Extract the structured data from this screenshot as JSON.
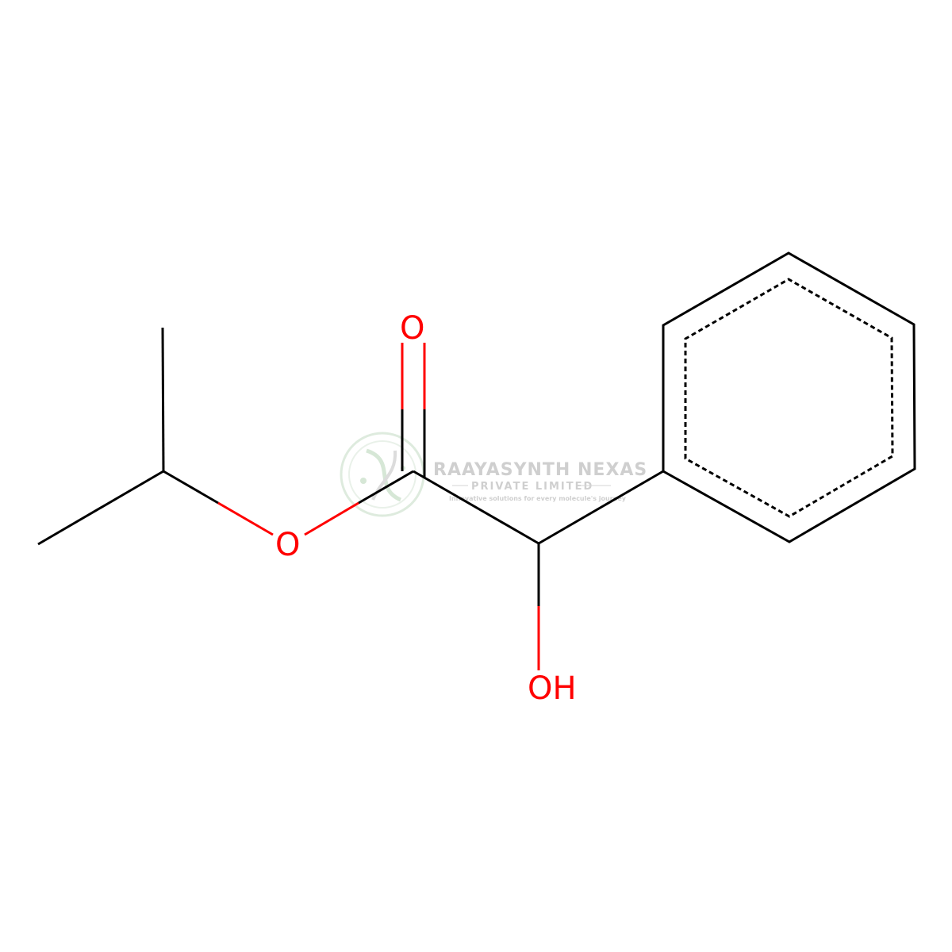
{
  "structure": {
    "atom_labels": {
      "ether_oxygen": "O",
      "carbonyl_oxygen": "O",
      "hydroxyl": "OH"
    },
    "colors": {
      "bond": "#000000",
      "heteroatom": "#ff0000",
      "background": "#ffffff"
    }
  },
  "watermark": {
    "company_name": "RAAYASYNTH NEXAS",
    "company_type": "PRIVATE LIMITED",
    "tagline": "Innovative solutions for every molecule's journey",
    "color": "#c7c7c7"
  }
}
